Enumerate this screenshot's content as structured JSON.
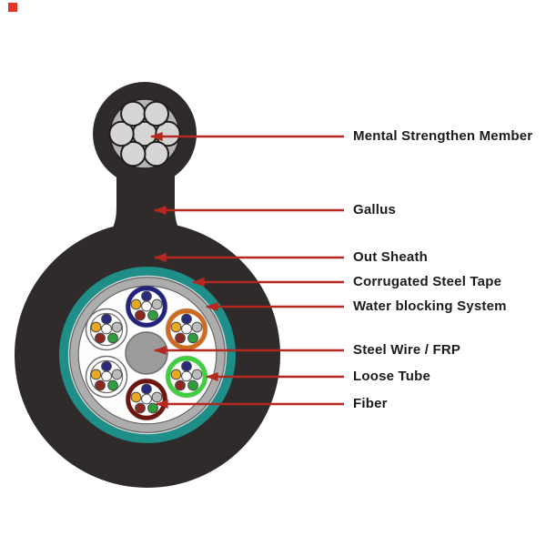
{
  "page": {
    "background": "#ffffff"
  },
  "corner_marker": {
    "shape": "small-red-square",
    "color": "#e6332a"
  },
  "labels": [
    {
      "text": "Mental Strengthen Member"
    },
    {
      "text": "Gallus"
    },
    {
      "text": "Out Sheath"
    },
    {
      "text": "Corrugated Steel Tape"
    },
    {
      "text": "Water blocking System"
    },
    {
      "text": "Steel Wire / FRP"
    },
    {
      "text": "Loose Tube"
    },
    {
      "text": "Fiber"
    }
  ],
  "colors": {
    "arrow": "#b5281f",
    "sheath_black": "#2f2b2b",
    "corrugated_teal": "#1d8f88",
    "ring_separator": "#d6d6d6",
    "water_blocking_gray": "#adadad",
    "core_white": "#fdfdfd",
    "steel_center_gray": "#9b9b9b",
    "strength_member_disc": "#b7b3b3",
    "strength_wire": "#d8d5d5",
    "label_text": "#1b1b1b"
  },
  "tubes": [
    {
      "name": "loose-tube-blue",
      "ring": "#23237d",
      "style": "colored"
    },
    {
      "name": "loose-tube-orange",
      "ring": "#cf6a1e",
      "style": "colored"
    },
    {
      "name": "loose-tube-green",
      "ring": "#3fcf3f",
      "style": "colored"
    },
    {
      "name": "loose-tube-dark-red",
      "ring": "#6d1511",
      "style": "colored"
    },
    {
      "name": "loose-tube-white-1",
      "ring": "#f2f2f2",
      "style": "white"
    },
    {
      "name": "loose-tube-white-2",
      "ring": "#f2f2f2",
      "style": "white"
    }
  ],
  "fiber_colors": [
    "#2b2b7d",
    "#e9a81f",
    "#fefefe",
    "#bcbcbc",
    "#8c2820",
    "#2f9e3f"
  ]
}
